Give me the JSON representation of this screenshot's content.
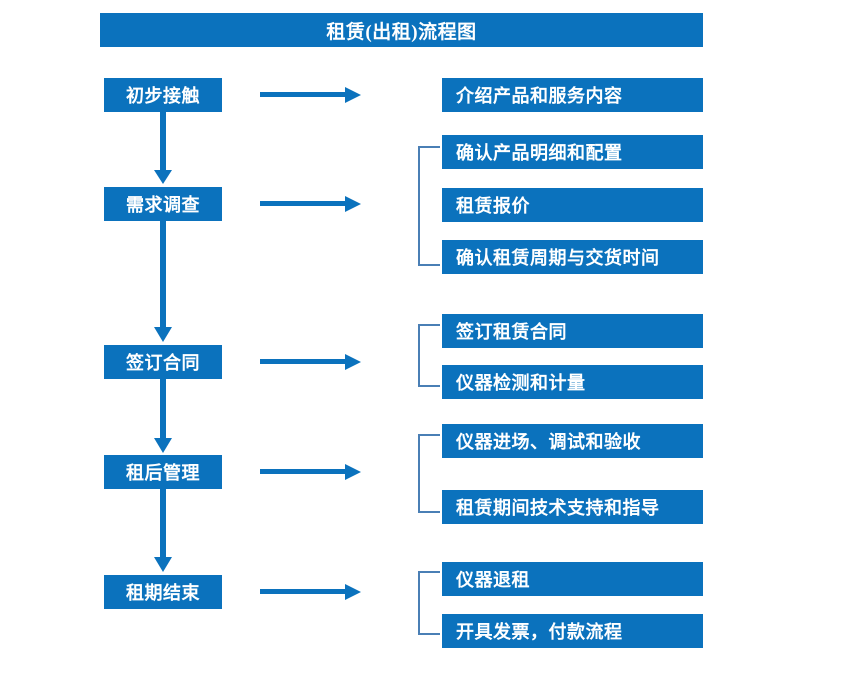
{
  "diagram": {
    "title": "租赁(出租)流程图",
    "colors": {
      "box_fill": "#0b72bd",
      "box_text": "#ffffff",
      "arrow": "#0b72bd",
      "bracket": "#4a7fb5",
      "background": "#ffffff"
    },
    "stages": [
      {
        "label": "初步接触"
      },
      {
        "label": "需求调查"
      },
      {
        "label": "签订合同"
      },
      {
        "label": "租后管理"
      },
      {
        "label": "租期结束"
      }
    ],
    "detail_groups": [
      {
        "stage": "初步接触",
        "bracketed": false,
        "items": [
          "介绍产品和服务内容"
        ]
      },
      {
        "stage": "需求调查",
        "bracketed": true,
        "items": [
          "确认产品明细和配置",
          "租赁报价",
          "确认租赁周期与交货时间"
        ]
      },
      {
        "stage": "签订合同",
        "bracketed": true,
        "items": [
          "签订租赁合同",
          "仪器检测和计量"
        ]
      },
      {
        "stage": "租后管理",
        "bracketed": true,
        "items": [
          "仪器进场、调试和验收",
          "租赁期间技术支持和指导"
        ]
      },
      {
        "stage": "租期结束",
        "bracketed": true,
        "items": [
          "仪器退租",
          "开具发票，付款流程"
        ]
      }
    ],
    "details_flat": [
      "介绍产品和服务内容",
      "确认产品明细和配置",
      "租赁报价",
      "确认租赁周期与交货时间",
      "签订租赁合同",
      "仪器检测和计量",
      "仪器进场、调试和验收",
      "租赁期间技术支持和指导",
      "仪器退租",
      "开具发票，付款流程"
    ],
    "connectors": {
      "vertical_count": 4,
      "horizontal_count": 5,
      "bracket_count": 4
    }
  }
}
